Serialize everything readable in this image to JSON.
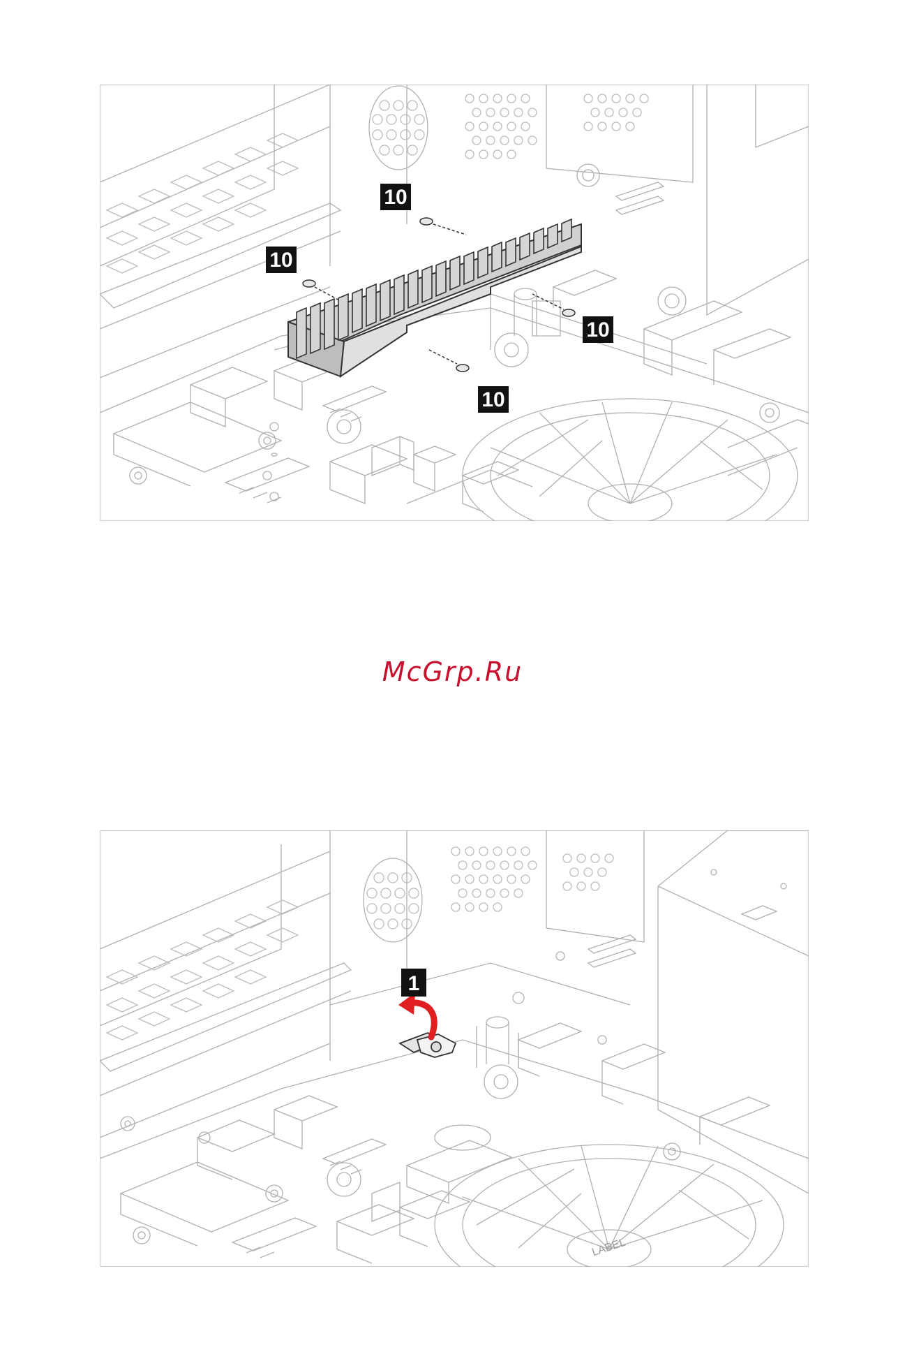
{
  "figure_1": {
    "callouts": [
      "10",
      "10",
      "10",
      "10"
    ],
    "colors": {
      "line": "#9a9a9a",
      "heatsink": "#c9c9c9",
      "callout_bg": "#111111"
    }
  },
  "watermark": {
    "text": "McGrp.Ru",
    "color": "#c8102e"
  },
  "figure_2": {
    "callouts": [
      "1"
    ],
    "fan_label": "LABEL",
    "colors": {
      "line": "#9a9a9a",
      "arrow": "#e02020",
      "callout_bg": "#111111"
    }
  }
}
